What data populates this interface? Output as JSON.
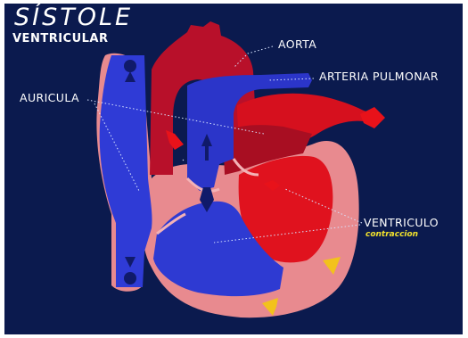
{
  "title": "SÍSTOLE",
  "subtitle": "VENTRICULAR",
  "labels": {
    "aorta": "AORTA",
    "arteria_pulmonar": "ARTERIA PULMONAR",
    "auricula": "AURICULA",
    "ventriculo": "VENTRICULO",
    "contraccion": "contraccion"
  },
  "colors": {
    "background": "#0b1a4e",
    "venous_blood": "#2f3bd6",
    "arterial_blood": "#c8102e",
    "heart_wall": "#e88a8f",
    "arrow_dark": "#101a6a",
    "contraction_arrow": "#f2c21c"
  }
}
